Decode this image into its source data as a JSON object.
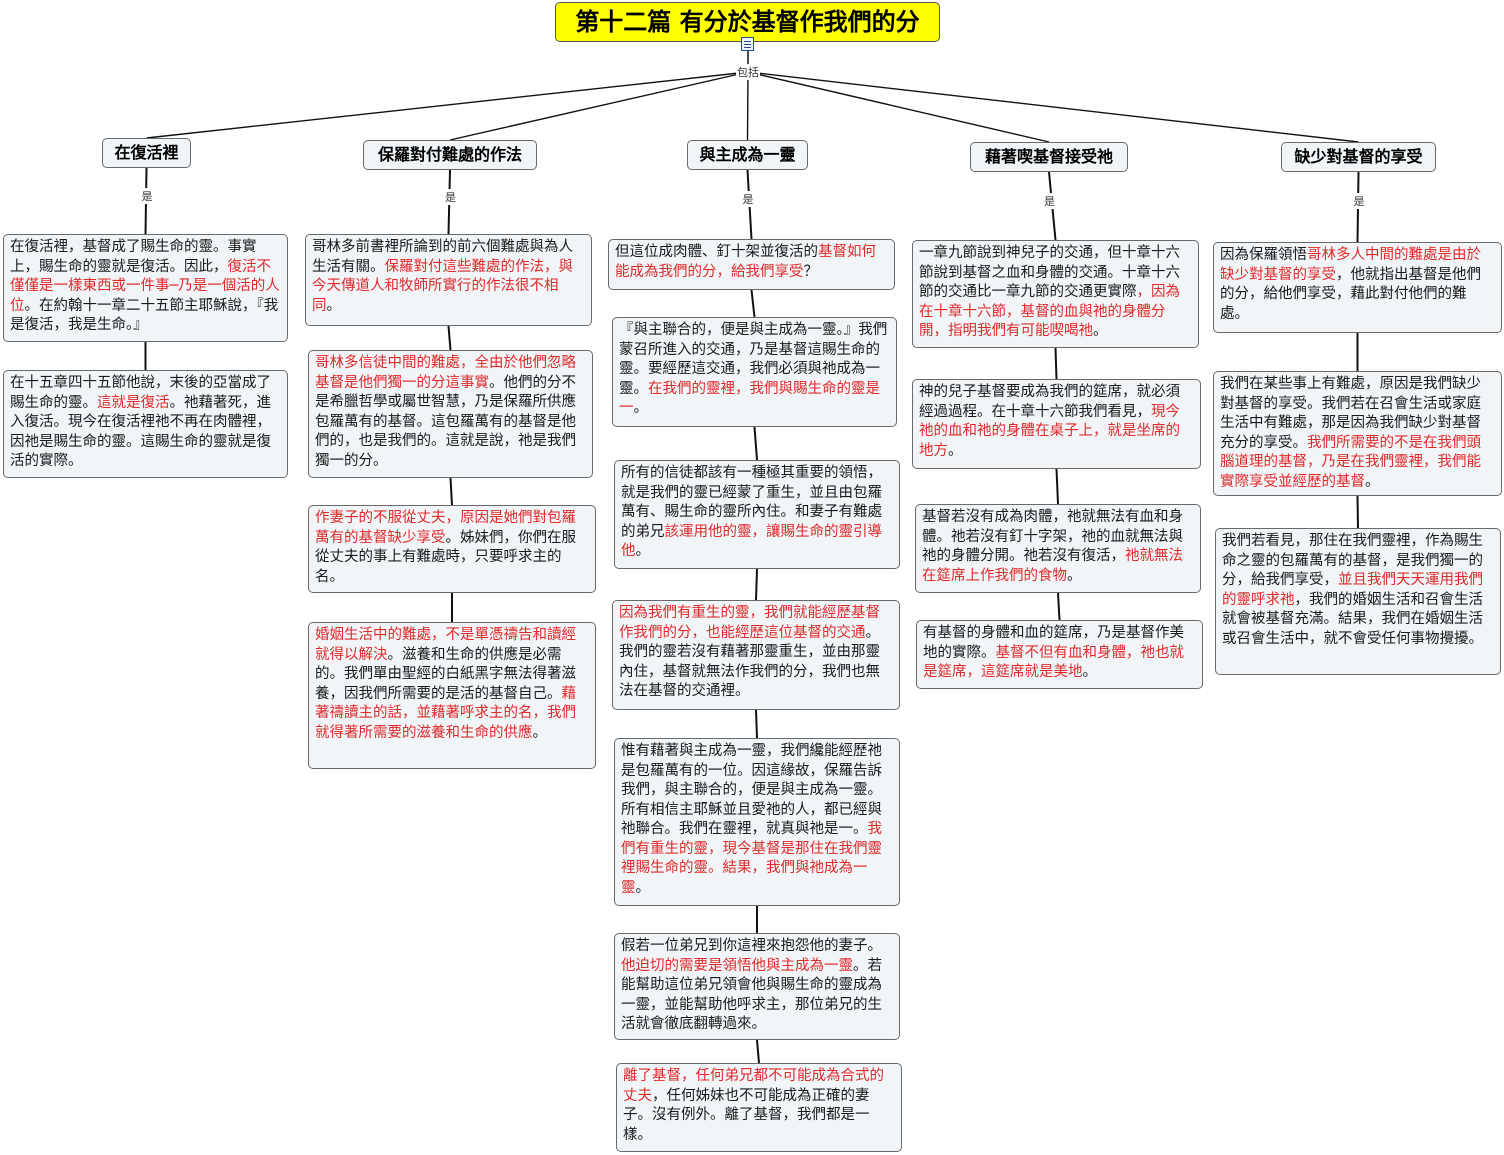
{
  "title": "第十二篇  有分於基督作我們的分",
  "root_link_label": "包括",
  "branch_link_label": "是",
  "colors": {
    "root_bg": "#ffff00",
    "card_bg": "#f1f5f8",
    "highlight": "#e02a2a"
  },
  "branches": [
    {
      "label": "在復活裡",
      "cards": [
        {
          "segments": [
            {
              "t": "在復活裡，基督成了賜生命的靈。事實上，賜生命的靈就是復活。因此，"
            },
            {
              "t": "復活不僅僅是一樣東西或一件事─乃是一個活的人位",
              "hl": true
            },
            {
              "t": "。在約翰十一章二十五節主耶穌說，『我是復活，我是生命。』"
            }
          ]
        },
        {
          "segments": [
            {
              "t": "在十五章四十五節他說，末後的亞當成了賜生命的靈。"
            },
            {
              "t": "這就是復活",
              "hl": true
            },
            {
              "t": "。祂藉著死，進入復活。現今在復活裡祂不再在肉體裡，因祂是賜生命的靈。這賜生命的靈就是復活的實際。"
            }
          ]
        }
      ]
    },
    {
      "label": "保羅對付難處的作法",
      "cards": [
        {
          "segments": [
            {
              "t": "哥林多前書裡所論到的前六個難處與為人生活有關。"
            },
            {
              "t": "保羅對付這些難處的作法，與今天傳道人和牧師所實行的作法很不相同",
              "hl": true
            },
            {
              "t": "。"
            }
          ]
        },
        {
          "segments": [
            {
              "t": "哥林多信徒中間的難處，全由於他們忽略基督是他們獨一的分這事實",
              "hl": true
            },
            {
              "t": "。他們的分不是希臘哲學或屬世智慧，乃是保羅所供應包羅萬有的基督。這包羅萬有的基督是他們的，也是我們的。這就是說，祂是我們獨一的分。"
            }
          ]
        },
        {
          "segments": [
            {
              "t": "作妻子的不服從丈夫，原因是她們對包羅萬有的基督缺少享受",
              "hl": true
            },
            {
              "t": "。姊妹們，你們在服從丈夫的事上有難處時，只要呼求主的名。"
            }
          ]
        },
        {
          "segments": [
            {
              "t": "婚姻生活中的難處，不是單憑禱告和讀經就得以解決",
              "hl": true
            },
            {
              "t": "。滋養和生命的供應是必需的。我們單由聖經的白紙黑字無法得著滋養，因我們所需要的是活的基督自己。"
            },
            {
              "t": "藉著禱讀主的話，並藉著呼求主的名，我們就得著所需要的滋養和生命的供應",
              "hl": true
            },
            {
              "t": "。"
            }
          ]
        }
      ]
    },
    {
      "label": "與主成為一靈",
      "cards": [
        {
          "segments": [
            {
              "t": "但這位成肉體、釘十架並復活的"
            },
            {
              "t": "基督如何能成為我們的分，給我們享受",
              "hl": true
            },
            {
              "t": "？"
            }
          ]
        },
        {
          "segments": [
            {
              "t": "『與主聯合的，便是與主成為一靈。』我們蒙召所進入的交通，乃是基督這賜生命的靈。要經歷這交通，我們必須與祂成為一靈。"
            },
            {
              "t": "在我們的靈裡，我們與賜生命的靈是一",
              "hl": true
            },
            {
              "t": "。"
            }
          ]
        },
        {
          "segments": [
            {
              "t": "所有的信徒都該有一種極其重要的領悟，就是我們的靈已經蒙了重生，並且由包羅萬有、賜生命的靈所內住。和妻子有難處的弟兄"
            },
            {
              "t": "該運用他的靈，讓賜生命的靈引導他",
              "hl": true
            },
            {
              "t": "。"
            }
          ]
        },
        {
          "segments": [
            {
              "t": "因為我們有重生的靈，我們就能經歷基督作我們的分，也能經歷這位基督的交通",
              "hl": true
            },
            {
              "t": "。我們的靈若沒有藉著那靈重生，並由那靈內住，基督就無法作我們的分，我們也無法在基督的交通裡。"
            }
          ]
        },
        {
          "segments": [
            {
              "t": "惟有藉著與主成為一靈，我們纔能經歷祂是包羅萬有的一位。因這緣故，保羅告訴我們，與主聯合的，便是與主成為一靈。所有相信主耶穌並且愛祂的人，都已經與祂聯合。我們在靈裡，就真與祂是一。"
            },
            {
              "t": "我們有重生的靈，現今基督是那住在我們靈裡賜生命的靈。結果，我們與祂成為一靈",
              "hl": true
            },
            {
              "t": "。"
            }
          ]
        },
        {
          "segments": [
            {
              "t": "假若一位弟兄到你這裡來抱怨他的妻子。"
            },
            {
              "t": "他迫切的需要是領悟他與主成為一靈",
              "hl": true
            },
            {
              "t": "。若能幫助這位弟兄領會他與賜生命的靈成為一靈，並能幫助他呼求主，那位弟兄的生活就會徹底翻轉過來。"
            }
          ]
        },
        {
          "segments": [
            {
              "t": "離了基督，任何弟兄都不可能成為合式的丈夫",
              "hl": true
            },
            {
              "t": "，任何姊妹也不可能成為正確的妻子。沒有例外。離了基督，我們都是一樣。"
            }
          ]
        }
      ]
    },
    {
      "label": "藉著喫基督接受祂",
      "cards": [
        {
          "segments": [
            {
              "t": "一章九節說到神兒子的交通，但十章十六節說到基督之血和身體的交通。十章十六節的交通比一章九節的交通更實際"
            },
            {
              "t": "，因為在十章十六節，基督的血與祂的身體分開，指明我們有可能喫喝祂",
              "hl": true
            },
            {
              "t": "。"
            }
          ]
        },
        {
          "segments": [
            {
              "t": "神的兒子基督要成為我們的筵席，就必須經過過程。在十章十六節我們看見，"
            },
            {
              "t": "現今祂的血和祂的身體在桌子上，就是坐席的地方",
              "hl": true
            },
            {
              "t": "。"
            }
          ]
        },
        {
          "segments": [
            {
              "t": "基督若沒有成為肉體，祂就無法有血和身體。祂若沒有釘十字架，祂的血就無法與祂的身體分開。祂若沒有復活，"
            },
            {
              "t": "祂就無法在筵席上作我們的食物",
              "hl": true
            },
            {
              "t": "。"
            }
          ]
        },
        {
          "segments": [
            {
              "t": "有基督的身體和血的筵席，乃是基督作美地的實際。"
            },
            {
              "t": "基督不但有血和身體，祂也就是筵席，這筵席就是美地",
              "hl": true
            },
            {
              "t": "。"
            }
          ]
        }
      ]
    },
    {
      "label": "缺少對基督的享受",
      "cards": [
        {
          "segments": [
            {
              "t": "因為保羅領悟"
            },
            {
              "t": "哥林多人中間的難處是由於缺少對基督的享受",
              "hl": true
            },
            {
              "t": "，他就指出基督是他們的分，給他們享受，藉此對付他們的難處。"
            }
          ]
        },
        {
          "segments": [
            {
              "t": "我們在某些事上有難處，原因是我們缺少對基督的享受。我們若在召會生活或家庭生活中有難處，那是因為我們缺少對基督充分的享受。"
            },
            {
              "t": "我們所需要的不是在我們頭腦道理的基督，乃是在我們靈裡，我們能實際享受並經歷的基督",
              "hl": true
            },
            {
              "t": "。"
            }
          ]
        },
        {
          "segments": [
            {
              "t": "我們若看見，那住在我們靈裡，作為賜生命之靈的包羅萬有的基督，是我們獨一的分，給我們享受，"
            },
            {
              "t": "並且我們天天運用我們的靈呼求祂",
              "hl": true
            },
            {
              "t": "，我們的婚姻生活和召會生活就會被基督充滿。結果，我們在婚姻生活或召會生活中，就不會受任何事物攪擾。"
            }
          ]
        }
      ]
    }
  ]
}
